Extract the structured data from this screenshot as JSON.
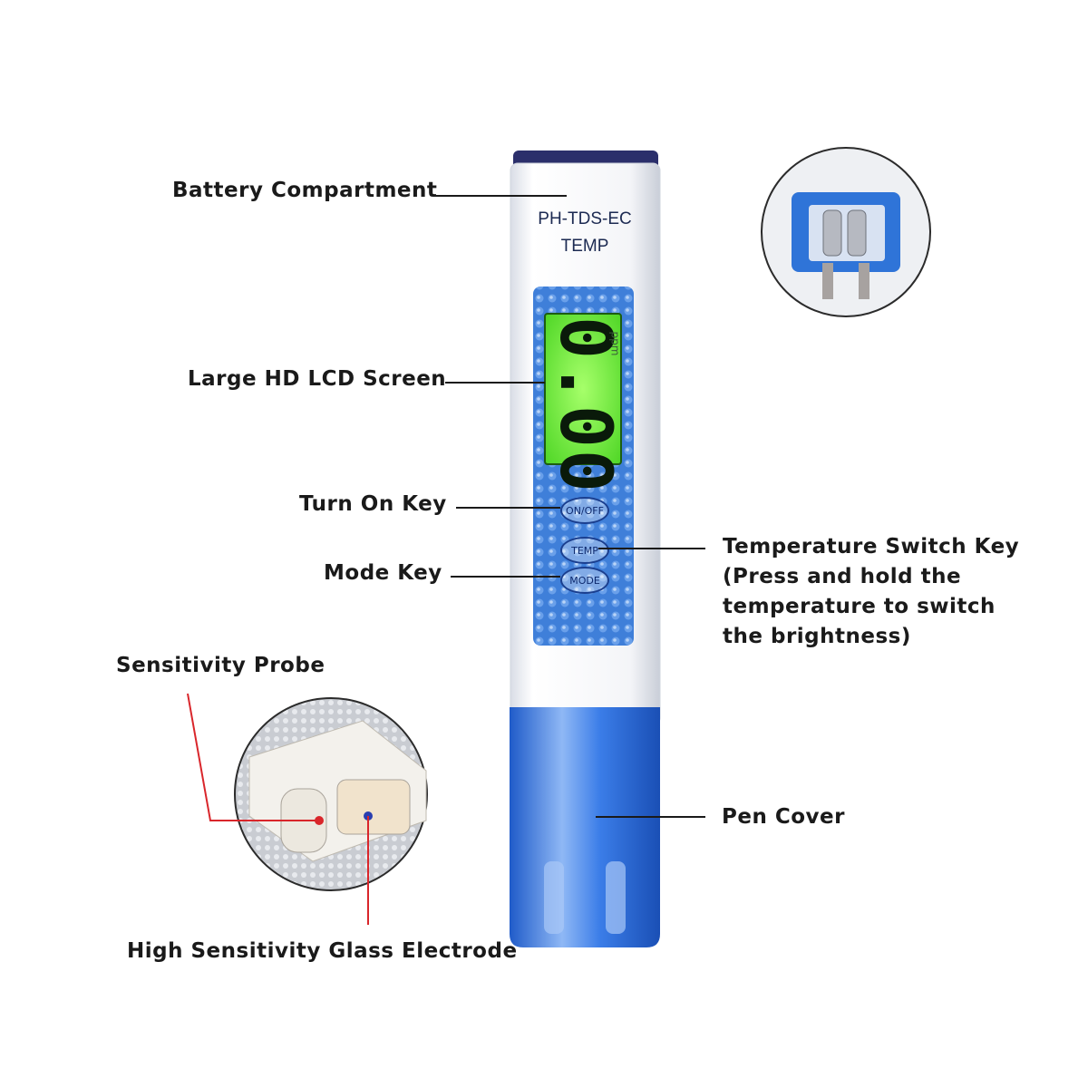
{
  "device": {
    "model_line1": "PH-TDS-EC",
    "model_line2": "TEMP",
    "lcd_reading": "0.00",
    "lcd_unit": "ppm",
    "key_power": "ON/OFF",
    "key_temp": "TEMP",
    "key_mode": "MODE"
  },
  "labels": {
    "battery_compartment": "Battery Compartment",
    "lcd_screen": "Large HD LCD Screen",
    "turn_on_key": "Turn On Key",
    "mode_key": "Mode Key",
    "temp_switch_key_line1": "Temperature Switch Key",
    "temp_switch_key_line2": "(Press and hold the",
    "temp_switch_key_line3": "temperature to switch",
    "temp_switch_key_line4": "the brightness)",
    "sensitivity_probe": "Sensitivity Probe",
    "pen_cover": "Pen Cover",
    "glass_electrode": "High Sensitivity Glass Electrode"
  },
  "colors": {
    "pen_body": "#f7f8fa",
    "cap_dark": "#2b2f6b",
    "panel_blue": "#3f7fd9",
    "lcd_green": "#6ff23a",
    "cover_blue": "#2a6fe0",
    "leader_red": "#d9262b"
  }
}
